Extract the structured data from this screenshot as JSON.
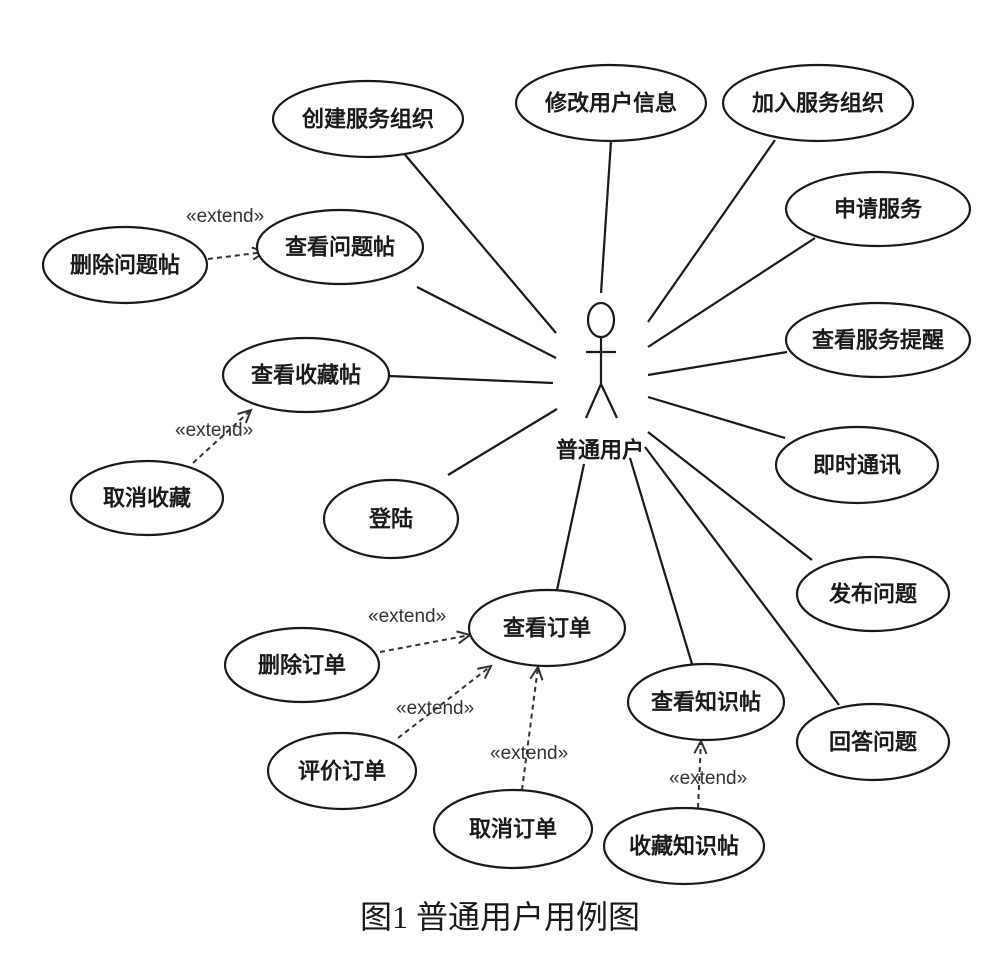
{
  "actor": {
    "label": "普通用户"
  },
  "extend_label": "«extend»",
  "use_cases": [
    {
      "id": "create-org",
      "label": "创建服务组织"
    },
    {
      "id": "edit-user",
      "label": "修改用户信息"
    },
    {
      "id": "join-org",
      "label": "加入服务组织"
    },
    {
      "id": "apply-service",
      "label": "申请服务"
    },
    {
      "id": "view-question",
      "label": "查看问题帖"
    },
    {
      "id": "delete-question",
      "label": "删除问题帖"
    },
    {
      "id": "view-reminder",
      "label": "查看服务提醒"
    },
    {
      "id": "view-favorites",
      "label": "查看收藏帖"
    },
    {
      "id": "instant-message",
      "label": "即时通讯"
    },
    {
      "id": "cancel-favorite",
      "label": "取消收藏"
    },
    {
      "id": "login",
      "label": "登陆"
    },
    {
      "id": "post-question",
      "label": "发布问题"
    },
    {
      "id": "view-order",
      "label": "查看订单"
    },
    {
      "id": "delete-order",
      "label": "删除订单"
    },
    {
      "id": "view-knowledge",
      "label": "查看知识帖"
    },
    {
      "id": "answer-question",
      "label": "回答问题"
    },
    {
      "id": "rate-order",
      "label": "评价订单"
    },
    {
      "id": "cancel-order",
      "label": "取消订单"
    },
    {
      "id": "favorite-knowledge",
      "label": "收藏知识帖"
    }
  ],
  "associations": [
    "create-org",
    "edit-user",
    "join-org",
    "apply-service",
    "view-question",
    "view-reminder",
    "view-favorites",
    "instant-message",
    "login",
    "post-question",
    "view-order",
    "view-knowledge",
    "answer-question"
  ],
  "extends": [
    {
      "from": "delete-question",
      "to": "view-question"
    },
    {
      "from": "cancel-favorite",
      "to": "view-favorites"
    },
    {
      "from": "delete-order",
      "to": "view-order"
    },
    {
      "from": "rate-order",
      "to": "view-order"
    },
    {
      "from": "cancel-order",
      "to": "view-order"
    },
    {
      "from": "favorite-knowledge",
      "to": "view-knowledge"
    }
  ],
  "caption": "图1  普通用户用例图"
}
